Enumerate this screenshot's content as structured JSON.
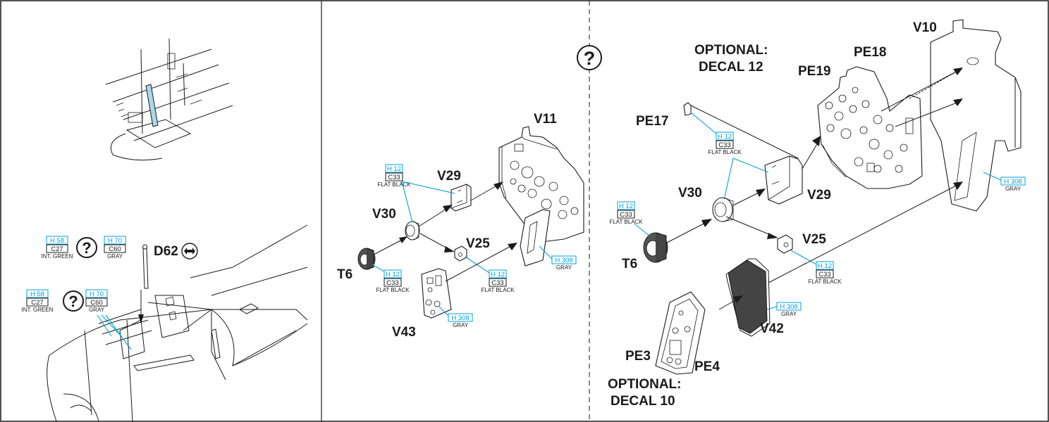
{
  "labels": {
    "V11": "V11",
    "V29": "V29",
    "V30": "V30",
    "V25": "V25",
    "T6": "T6",
    "V43": "V43",
    "V10": "V10",
    "PE18": "PE18",
    "PE19": "PE19",
    "PE17": "PE17",
    "V30b": "V30",
    "V29b": "V29",
    "V25b": "V25",
    "T6b": "T6",
    "V42": "V42",
    "PE3": "PE3",
    "PE4": "PE4",
    "D62": "D62",
    "opt12a": "OPTIONAL:",
    "opt12b": "DECAL 12",
    "opt10a": "OPTIONAL:",
    "opt10b": "DECAL 10",
    "q": "?"
  },
  "paint": {
    "h12": "H 12",
    "c33": "C33",
    "flat_black": "FLAT BLACK",
    "h308": "H 308",
    "gray": "GRAY",
    "h58": "H 58",
    "c27": "C27",
    "int_green": "INT. GREEN",
    "h70": "H 70",
    "c60": "C60"
  },
  "icons": [
    "question-circle-icon",
    "arrow-both-icon"
  ]
}
